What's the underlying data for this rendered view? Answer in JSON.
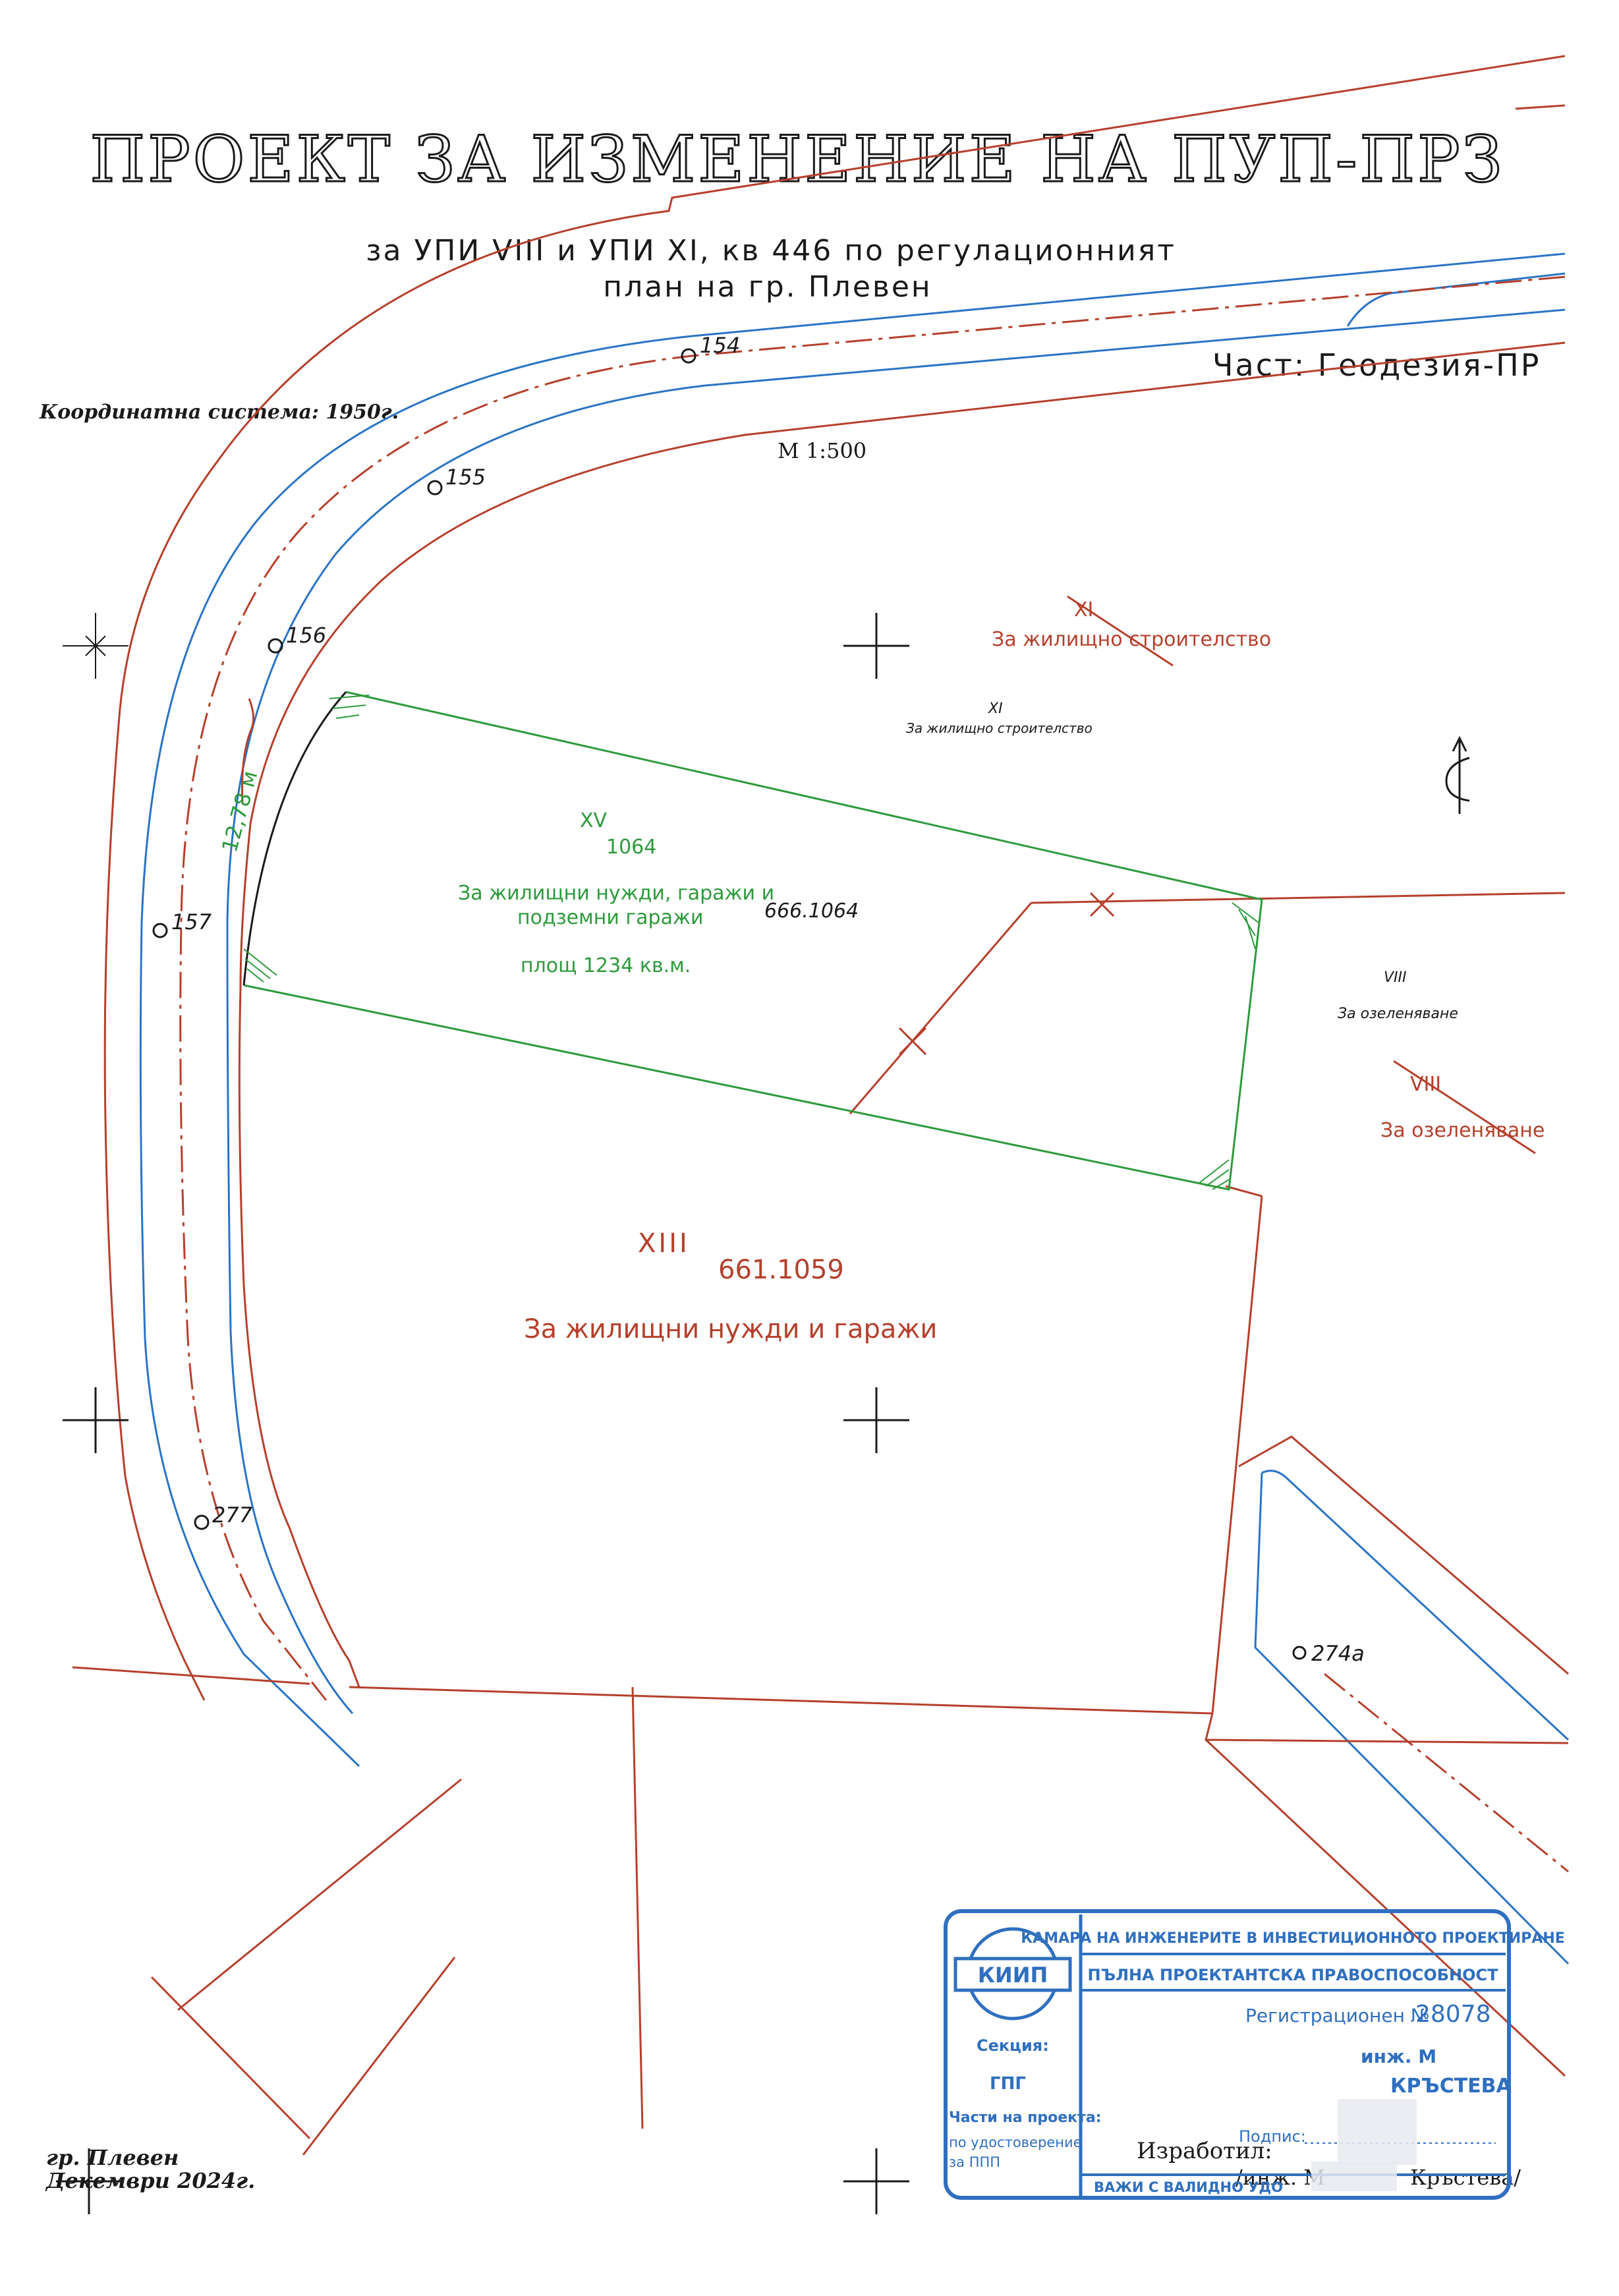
{
  "title": {
    "main": "ПРОЕКТ ЗА ИЗМЕНЕНИЕ НА ПУП-ПРЗ",
    "sub_line1": "за УПИ VIII и УПИ XI, кв 446 по регулационният",
    "sub_line2": "план на гр. Плевен",
    "part": "Част: Геодезия-ПР"
  },
  "coordinate_system": "Координатна система: 1950г.",
  "scale": "М 1:500",
  "points": {
    "p154": "154",
    "p155": "155",
    "p156": "156",
    "p157": "157",
    "p277": "277",
    "p274a": "274а"
  },
  "street_width": "12,78 м",
  "parcels": {
    "xi_old": {
      "number": "XI",
      "use": "За жилищно строителство"
    },
    "xi_new": {
      "number": "XI",
      "use": "За жилищно строителство"
    },
    "xv": {
      "number": "XV",
      "id": "1064",
      "use_line1": "За жилищни нужди, гаражи и",
      "use_line2": "подземни гаражи",
      "area": "площ 1234 кв.м.",
      "cadastral": "666.1064"
    },
    "viii_new": {
      "number": "VIII",
      "use": "За озеленяване"
    },
    "viii_old": {
      "number": "VIII",
      "use": "За озеленяване"
    },
    "xiii": {
      "number": "XIII",
      "id": "661.1059",
      "use": "За жилищни нужди и гаражи"
    }
  },
  "footer": {
    "city": "гр. Плевен",
    "date": "Декември 2024г.",
    "prepared_by": "Изработил:",
    "engineer": "/инж. М",
    "engineer_tail": "Кръстева/"
  },
  "stamp": {
    "chamber": "КАМАРА НА ИНЖЕНЕРИТЕ В ИНВЕСТИЦИОННОТО ПРОЕКТИРАНЕ",
    "capacity": "ПЪЛНА ПРОЕКТАНТСКА ПРАВОСПОСОБНОСТ",
    "logo": "КИИП",
    "reg_label": "Регистрационен №",
    "reg_number": "28078",
    "section_label": "Секция:",
    "section_value": "ГПГ",
    "parts_label": "Части на проекта:",
    "parts_value_line1": "по удостоверение",
    "parts_value_line2": "за ППП",
    "eng_name": "инж. М",
    "eng_surname": "КРЪСТЕВА",
    "signature_label": "Подпис:",
    "validity": "ВАЖИ С ВАЛИДНО УДО"
  },
  "colors": {
    "regulation": "#b5402c",
    "street": "#2a74c4",
    "new_parcel": "#2e9a3c",
    "stamp": "#2f6fbf"
  }
}
